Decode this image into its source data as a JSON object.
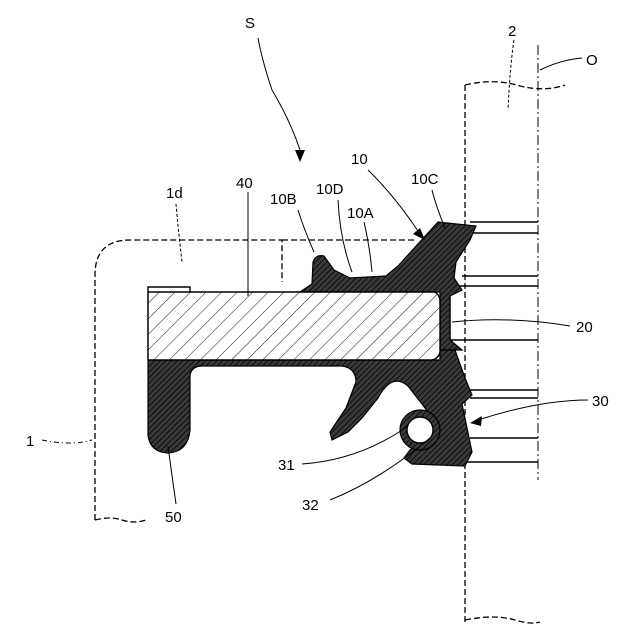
{
  "figure": {
    "labels": {
      "S": "S",
      "n2": "2",
      "O": "O",
      "n10": "10",
      "n10C": "10C",
      "n10D": "10D",
      "n10B": "10B",
      "n10A": "10A",
      "n40": "40",
      "n1d": "1d",
      "n20": "20",
      "n30": "30",
      "n1": "1",
      "n31": "31",
      "n32": "32",
      "n50": "50"
    }
  }
}
